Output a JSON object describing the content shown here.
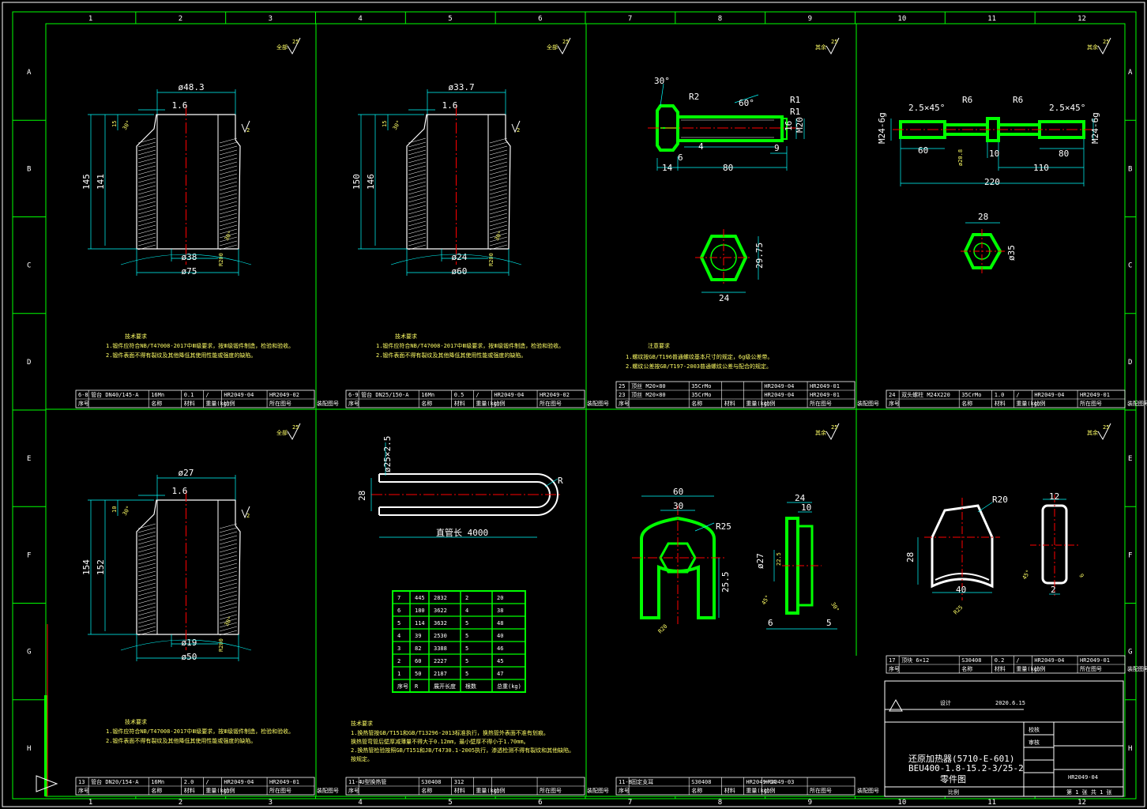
{
  "colors": {
    "frame": "#00ff00",
    "dim": "#00ffff",
    "center": "#ff0000",
    "part": "#00ff00",
    "text": "#ffffff",
    "note": "#ffff00"
  },
  "grid": {
    "cols": [
      "1",
      "2",
      "3",
      "4",
      "5",
      "6",
      "7",
      "8",
      "9",
      "10",
      "11",
      "12"
    ],
    "rows": [
      "A",
      "B",
      "C",
      "D",
      "E",
      "F",
      "G",
      "H"
    ]
  },
  "rough": {
    "all": "全部",
    "other": "其余",
    "ra": "25"
  },
  "sleeves": [
    {
      "od_top": "ø48.3",
      "t": "1.6",
      "h1": "145",
      "h2": "141",
      "chamfer": "15",
      "bot_id": "ø38",
      "bot_od": "ø75",
      "r": "R200",
      "ang": "30°",
      "tol": "2",
      "note_title": "技术要求",
      "note1": "1.锻件应符合NB/T47008-2017中Ⅲ级要求，按Ⅲ级锻件制造，检验和验收。",
      "note2": "2.锻件表面不得有裂纹及其他降低其使用性能或强度的缺陷。",
      "row": [
        "6-8",
        "管台 DN40/145-A",
        "16Mn",
        "0.1",
        "/",
        "HR2049-04",
        "HR2049-02"
      ]
    },
    {
      "od_top": "ø33.7",
      "t": "1.6",
      "h1": "150",
      "h2": "146",
      "chamfer": "15",
      "bot_id": "ø24",
      "bot_od": "ø60",
      "r": "R200",
      "ang": "30°",
      "tol": "2",
      "note_title": "技术要求",
      "note1": "1.锻件应符合NB/T47008-2017中Ⅲ级要求，按Ⅲ级锻件制造，检验和验收。",
      "note2": "2.锻件表面不得有裂纹及其他降低其使用性能或强度的缺陷。",
      "row": [
        "6-9",
        "管台 DN25/150-A",
        "16Mn",
        "0.5",
        "/",
        "HR2049-04",
        "HR2049-02"
      ]
    },
    {
      "od_top": "ø27",
      "t": "1.6",
      "h1": "154",
      "h2": "152",
      "chamfer": "10",
      "bot_id": "ø19",
      "bot_od": "ø50",
      "r": "R200",
      "ang": "30°",
      "tol": "2",
      "note_title": "技术要求",
      "note1": "1.锻件应符合NB/T47008-2017中Ⅲ级要求，按Ⅲ级锻件制造，检验和验收。",
      "note2": "2.锻件表面不得有裂纹及其他降低其使用性能或强度的缺陷。",
      "row": [
        "13",
        "管台 DN20/154-A",
        "16Mn",
        "2.0",
        "/",
        "HR2049-04",
        "HR2049-01"
      ]
    }
  ],
  "header_cells": [
    "序号",
    "名称",
    "材料",
    "重量(kg)",
    "比例",
    "所在图号",
    "装配图号"
  ],
  "bolt": {
    "ang": "30°",
    "r2": "R2",
    "a60": "60°",
    "r1": "R1",
    "d16": "16",
    "m20": "M20",
    "n4": "4",
    "n9": "9",
    "n6": "6",
    "n14": "14",
    "n80": "80",
    "hex_h": "29.75",
    "hex_w": "24",
    "note_title": "注意要求",
    "note1": "1.螺纹按GB/T196普通螺纹基本尺寸的规定，6g级公差带。",
    "note2": "2.螺纹公差按GB/T197-2003普通螺纹公差与配合的规定。",
    "rows": [
      [
        "25",
        "顶丝 M20×80",
        "35CrMo",
        "",
        "",
        "HR2049-04",
        "HR2049-01"
      ],
      [
        "23",
        "顶丝 M20×80",
        "35CrMo",
        "",
        "",
        "HR2049-04",
        "HR2049-01"
      ]
    ]
  },
  "rod": {
    "ch1": "2.5×45°",
    "r6a": "R6",
    "r6b": "R6",
    "ch2": "2.5×45°",
    "m_left": "M24-6g",
    "m_right": "M24-6g",
    "n60": "60",
    "n10": "10",
    "n80": "80",
    "n110": "110",
    "n220": "220",
    "hex_w": "28",
    "d35": "ø35",
    "dmid": "ø20.8",
    "row": [
      "24",
      "双头螺柱 M24X220",
      "35CrMo",
      "1.0",
      "/",
      "HR2049-04",
      "HR2049-01"
    ]
  },
  "ubend": {
    "d": "ø25×2.5",
    "w": "28",
    "r": "R",
    "len": "直管长 4000",
    "table_rows": [
      [
        "7",
        "445",
        "2832",
        "2",
        "20"
      ],
      [
        "6",
        "180",
        "3622",
        "4",
        "38"
      ],
      [
        "5",
        "114",
        "3632",
        "5",
        "48"
      ],
      [
        "4",
        "39",
        "2530",
        "5",
        "40"
      ],
      [
        "3",
        "82",
        "3388",
        "5",
        "46"
      ],
      [
        "2",
        "60",
        "2227",
        "5",
        "45"
      ],
      [
        "1",
        "50",
        "2187",
        "5",
        "47"
      ]
    ],
    "table_head": [
      "序号",
      "R",
      "展开长度",
      "根数",
      "总重(kg)"
    ],
    "note_title": "技术要求",
    "note1": "1.换热管按GB/T151和GB/T13296-2013标准执行，换热管外表面不准有划痕。",
    "note2": "换热管弯管后壁厚减薄量不得大于0.12mm，最小壁厚不得小于1.70mm。",
    "note3": "2.换热管检验按照GB/T151和JB/T4730.1-2005执行，渗透检测不得有裂纹和其他缺陷。",
    "note4": "按规定。",
    "row": [
      "11-4",
      "U型换热管",
      "S30408",
      "312",
      "",
      "",
      ""
    ]
  },
  "clamp": {
    "w60": "60",
    "w30": "30",
    "r25": "R25",
    "h255": "25.5",
    "r20": "R20",
    "d24": "24",
    "d10": "10",
    "d27": "ø27",
    "d22": "22.5",
    "a45": "45°",
    "a30": "30°",
    "n6": "6",
    "n5": "5",
    "row": [
      "11-8",
      "固定支耳",
      "S30408",
      "",
      "HR2049-04",
      "HR2049-03"
    ]
  },
  "block": {
    "r20": "R20",
    "h28": "28",
    "w40": "40",
    "w12": "12",
    "r25": "R25",
    "a45": "45°",
    "n2": "2",
    "n9": "9",
    "row": [
      "17",
      "顶块 6×12",
      "S30408",
      "0.2",
      "/",
      "HR2049-04",
      "HR2049-01"
    ]
  },
  "title_block": {
    "name1": "还原加热器(5710-E-601)",
    "name2": "BEU400-1.8-15.2-3/25-2",
    "name3": "零件图",
    "dwg": "HR2049-04",
    "date": "2020.6.15",
    "scale": "比例",
    "sheet": "第 1 张 共 1 张",
    "designer": "设计",
    "checker": "校核",
    "approver": "审核"
  }
}
